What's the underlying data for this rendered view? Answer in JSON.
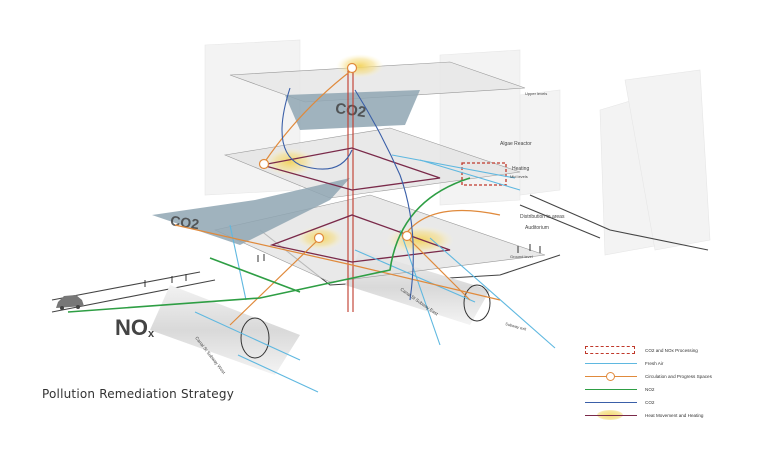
{
  "caption": "Pollution Remediation Strategy",
  "labels": {
    "co2_top": "CO2",
    "co2_left": "CO2",
    "nox_main": "NO",
    "nox_sub": "x",
    "algae": "Algae Reactor",
    "heating": "Heating",
    "distribution": "Distribution to areas",
    "auditorium": "Auditorium",
    "canal_west": "Canal St Subway West",
    "canal_east": "Canal St Subway East",
    "level_top": "Upper levels",
    "level_mid": "Mid levels",
    "level_low": "Ground level",
    "subway_exit": "Subway exit"
  },
  "legend": [
    {
      "symbol": "dashed-box",
      "label": "CO2 and NOx Processing",
      "color": "#c0392b"
    },
    {
      "symbol": "line",
      "label": "Fresh Air",
      "color": "#5fb8e0"
    },
    {
      "symbol": "ring-line",
      "label": "Circulation and Progress Spaces",
      "color": "#e08a3c"
    },
    {
      "symbol": "line",
      "label": "NO2",
      "color": "#2e9e44"
    },
    {
      "symbol": "line",
      "label": "CO2",
      "color": "#3a5fa8"
    },
    {
      "symbol": "glow-line",
      "label": "Heat Movement and Heating",
      "color": "#7a2a4a"
    }
  ],
  "colors": {
    "fresh_air": "#5fb8e0",
    "circulation": "#e08a3c",
    "no2": "#2e9e44",
    "co2": "#3a5fa8",
    "heat": "#7a2a4a",
    "processing": "#c0392b",
    "glow": "#f5dc7a"
  }
}
